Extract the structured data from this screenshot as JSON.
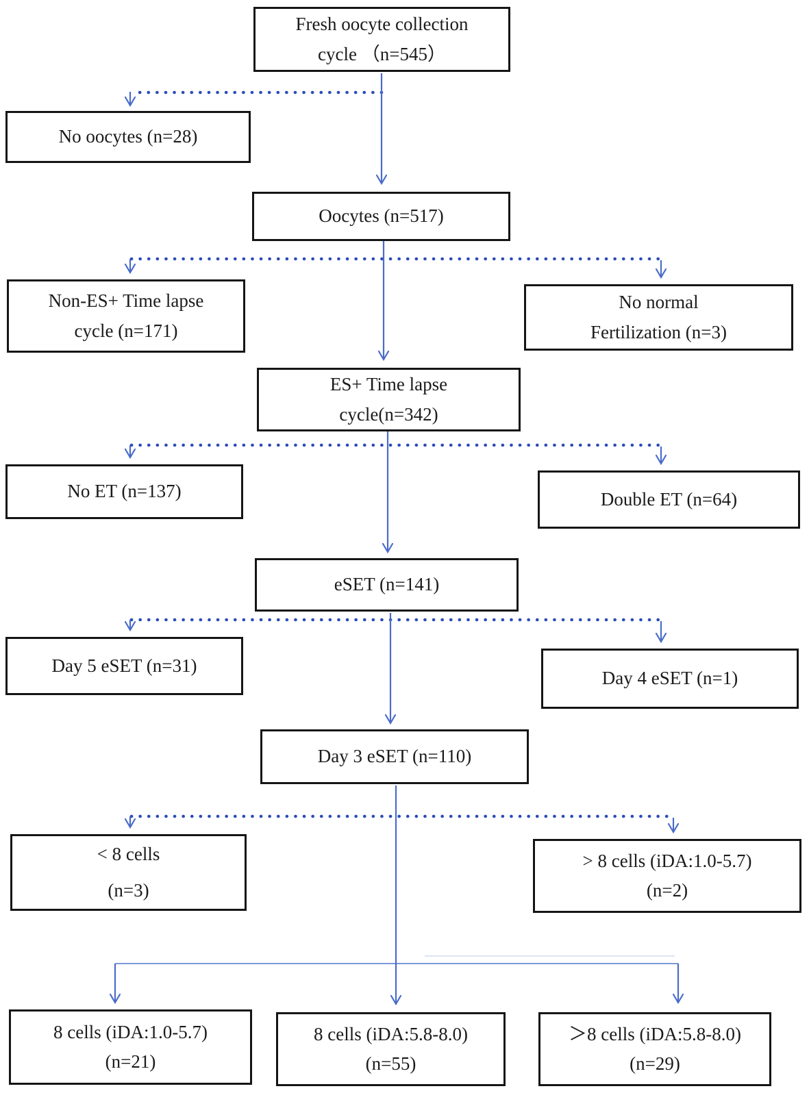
{
  "figure": {
    "type": "flowchart",
    "description": "Patient/cycle selection flow diagram for fresh oocyte collection cycles"
  },
  "colors": {
    "solid_arrow_blue": "#4a6bc9",
    "dotted_line_blue": "#2b4cb8",
    "box_border_black": "#151515",
    "background": "#ffffff"
  },
  "nodes": {
    "fresh": {
      "line1": "Fresh oocyte collection",
      "line2": "cycle （n=545）"
    },
    "no_oocytes": {
      "line1": "No oocytes (n=28)"
    },
    "oocytes": {
      "line1": "Oocytes (n=517)"
    },
    "non_es": {
      "line1": "Non-ES+ Time lapse",
      "line2": "cycle (n=171)"
    },
    "no_fert": {
      "line1": "No normal",
      "line2": "Fertilization (n=3)"
    },
    "es_lapse": {
      "line1": "ES+ Time lapse",
      "line2": "cycle(n=342)"
    },
    "no_et": {
      "line1": "No ET (n=137)"
    },
    "double_et": {
      "line1": "Double ET (n=64)"
    },
    "eset": {
      "line1": "eSET (n=141)"
    },
    "day5": {
      "line1": "Day 5 eSET (n=31)"
    },
    "day4": {
      "line1": "Day 4 eSET (n=1)"
    },
    "day3": {
      "line1": "Day 3 eSET (n=110)"
    },
    "lt8": {
      "line1": "< 8 cells",
      "line2": "(n=3)"
    },
    "gt8_low": {
      "line1": "> 8 cells (iDA:1.0-5.7)",
      "line2": "(n=2)"
    },
    "c8_low": {
      "line1": "8 cells (iDA:1.0-5.7)",
      "line2": "(n=21)"
    },
    "c8_high": {
      "line1": "8 cells (iDA:5.8-8.0)",
      "line2": "(n=55)"
    },
    "gt8_high": {
      "line1": "＞8 cells (iDA:5.8-8.0)",
      "line2": "(n=29)"
    }
  }
}
